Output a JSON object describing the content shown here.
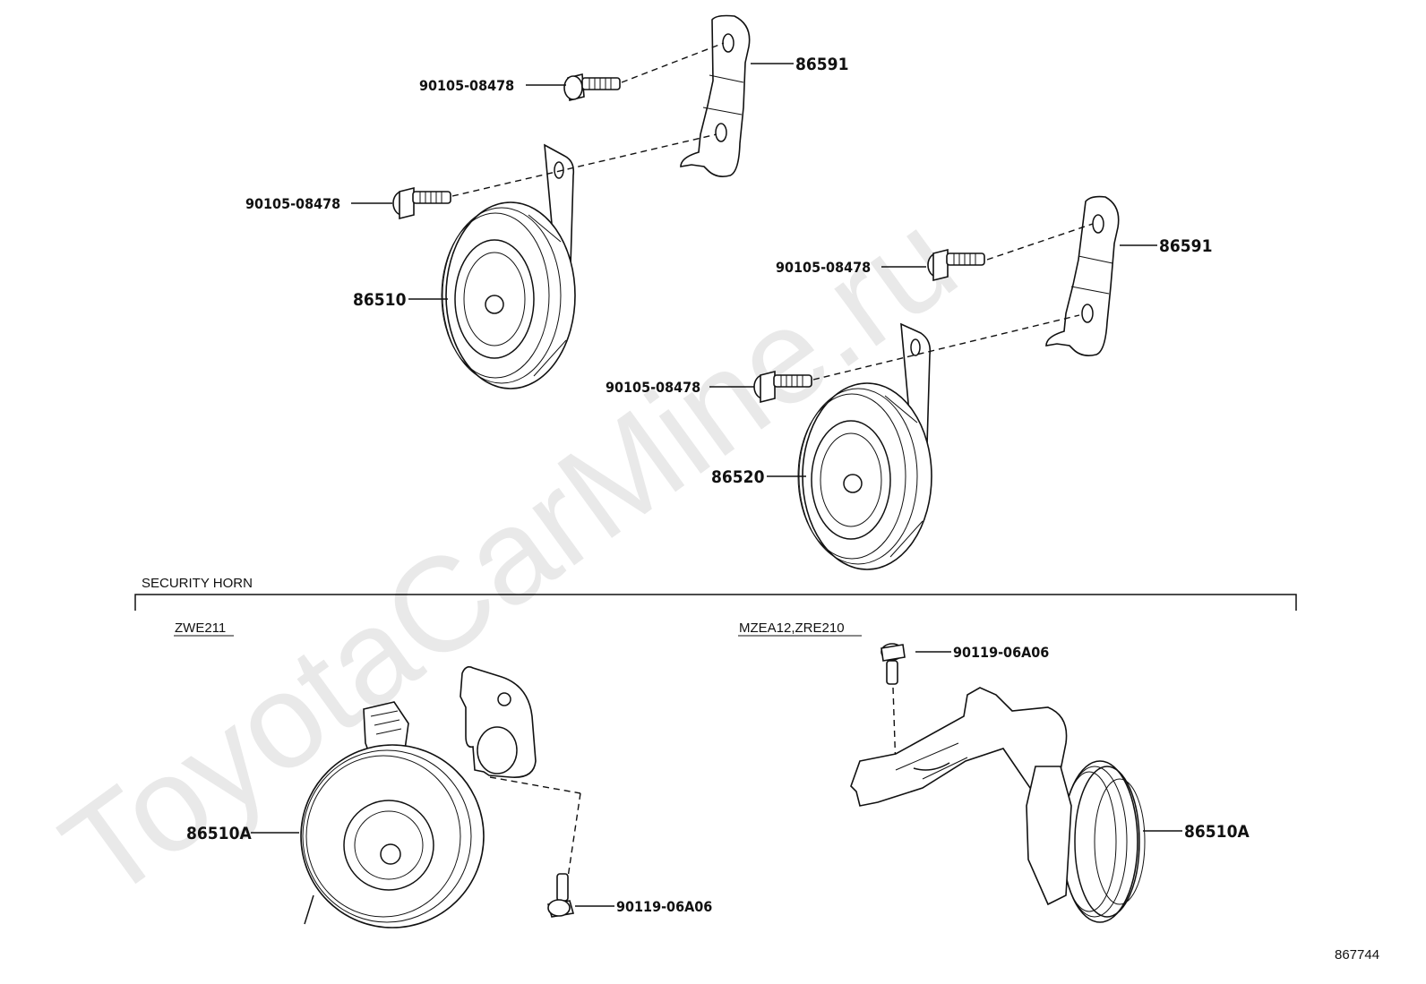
{
  "watermark": "ToyotaCarMine.ru",
  "labels": {
    "bolt_a_top": "90105-08478",
    "bracket_a": "86591",
    "bolt_a_mid": "90105-08478",
    "horn_a": "86510",
    "bolt_b_top": "90105-08478",
    "bracket_b": "86591",
    "bolt_b_mid": "90105-08478",
    "horn_b": "86520",
    "security_horn_title": "SECURITY HORN",
    "variant_left": "ZWE211",
    "variant_right": "MZEA12,ZRE210",
    "sec_horn_left": "86510A",
    "sec_bolt_left": "90119-06A06",
    "sec_bolt_right": "90119-06A06",
    "sec_horn_right": "86510A",
    "diagram_id": "867744"
  }
}
